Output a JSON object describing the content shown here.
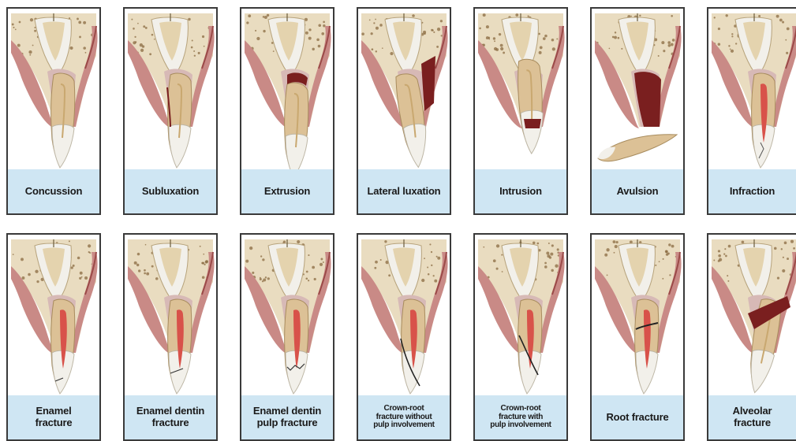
{
  "rows": [
    {
      "panels": [
        {
          "label": "Concussion",
          "variant": "concussion"
        },
        {
          "label": "Subluxation",
          "variant": "subluxation"
        },
        {
          "label": "Extrusion",
          "variant": "extrusion"
        },
        {
          "label": "Lateral luxation",
          "variant": "lateral"
        },
        {
          "label": "Intrusion",
          "variant": "intrusion"
        },
        {
          "label": "Avulsion",
          "variant": "avulsion"
        },
        {
          "label": "Infraction",
          "variant": "infraction"
        }
      ]
    },
    {
      "panels": [
        {
          "label": "Enamel\nfracture",
          "variant": "enamel"
        },
        {
          "label": "Enamel dentin\nfracture",
          "variant": "enamel-dentin"
        },
        {
          "label": "Enamel dentin\npulp fracture",
          "variant": "enamel-dentin-pulp"
        },
        {
          "label": "Crown-root\nfracture without\npulp involvement",
          "variant": "crown-root-without",
          "small": true
        },
        {
          "label": "Crown-root\nfracture with\npulp involvement",
          "variant": "crown-root-with",
          "small": true
        },
        {
          "label": "Root fracture",
          "variant": "root"
        },
        {
          "label": "Alveolar\nfracture",
          "variant": "alveolar"
        }
      ]
    }
  ],
  "colors": {
    "bone": "#e9dcc0",
    "bone_dots": "#8a6b42",
    "gum": "#c98a86",
    "gum_dark": "#9b4a48",
    "ligament": "#d7b9b6",
    "tooth_root": "#dcc196",
    "enamel": "#f2f0ea",
    "pulp": "#d8524a",
    "blood": "#7a1f1f",
    "label_bg": "#cfe6f3",
    "border": "#3a3a3a"
  }
}
